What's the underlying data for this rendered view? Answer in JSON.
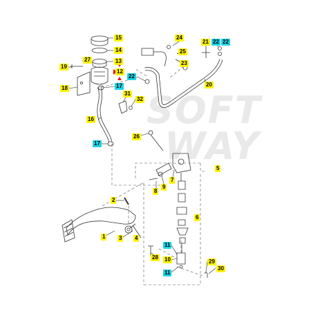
{
  "watermark": {
    "line1": "SOFT",
    "line2": "WAY"
  },
  "colors": {
    "tag_yellow": "#fff200",
    "tag_cyan": "#19d3e6",
    "arrow_red": "#e8141c",
    "line": "#333333"
  },
  "labels": {
    "l1": "1",
    "l2": "2",
    "l3": "3",
    "l4": "4",
    "l5": "5",
    "l6": "6",
    "l7": "7",
    "l8": "8",
    "l9": "9",
    "l10": "10",
    "l11a": "11",
    "l11b": "11",
    "l12": "12",
    "l13": "13",
    "l14": "14",
    "l15": "15",
    "l16": "16",
    "l17a": "17",
    "l17b": "17",
    "l18": "18",
    "l19": "19",
    "l20": "20",
    "l21": "21",
    "l22a": "22",
    "l22b": "22",
    "l22c": "22",
    "l23": "23",
    "l24": "24",
    "l25": "25",
    "l26": "26",
    "l27": "27",
    "l28": "28",
    "l29": "29",
    "l30": "30",
    "l31": "31",
    "l32": "32"
  }
}
